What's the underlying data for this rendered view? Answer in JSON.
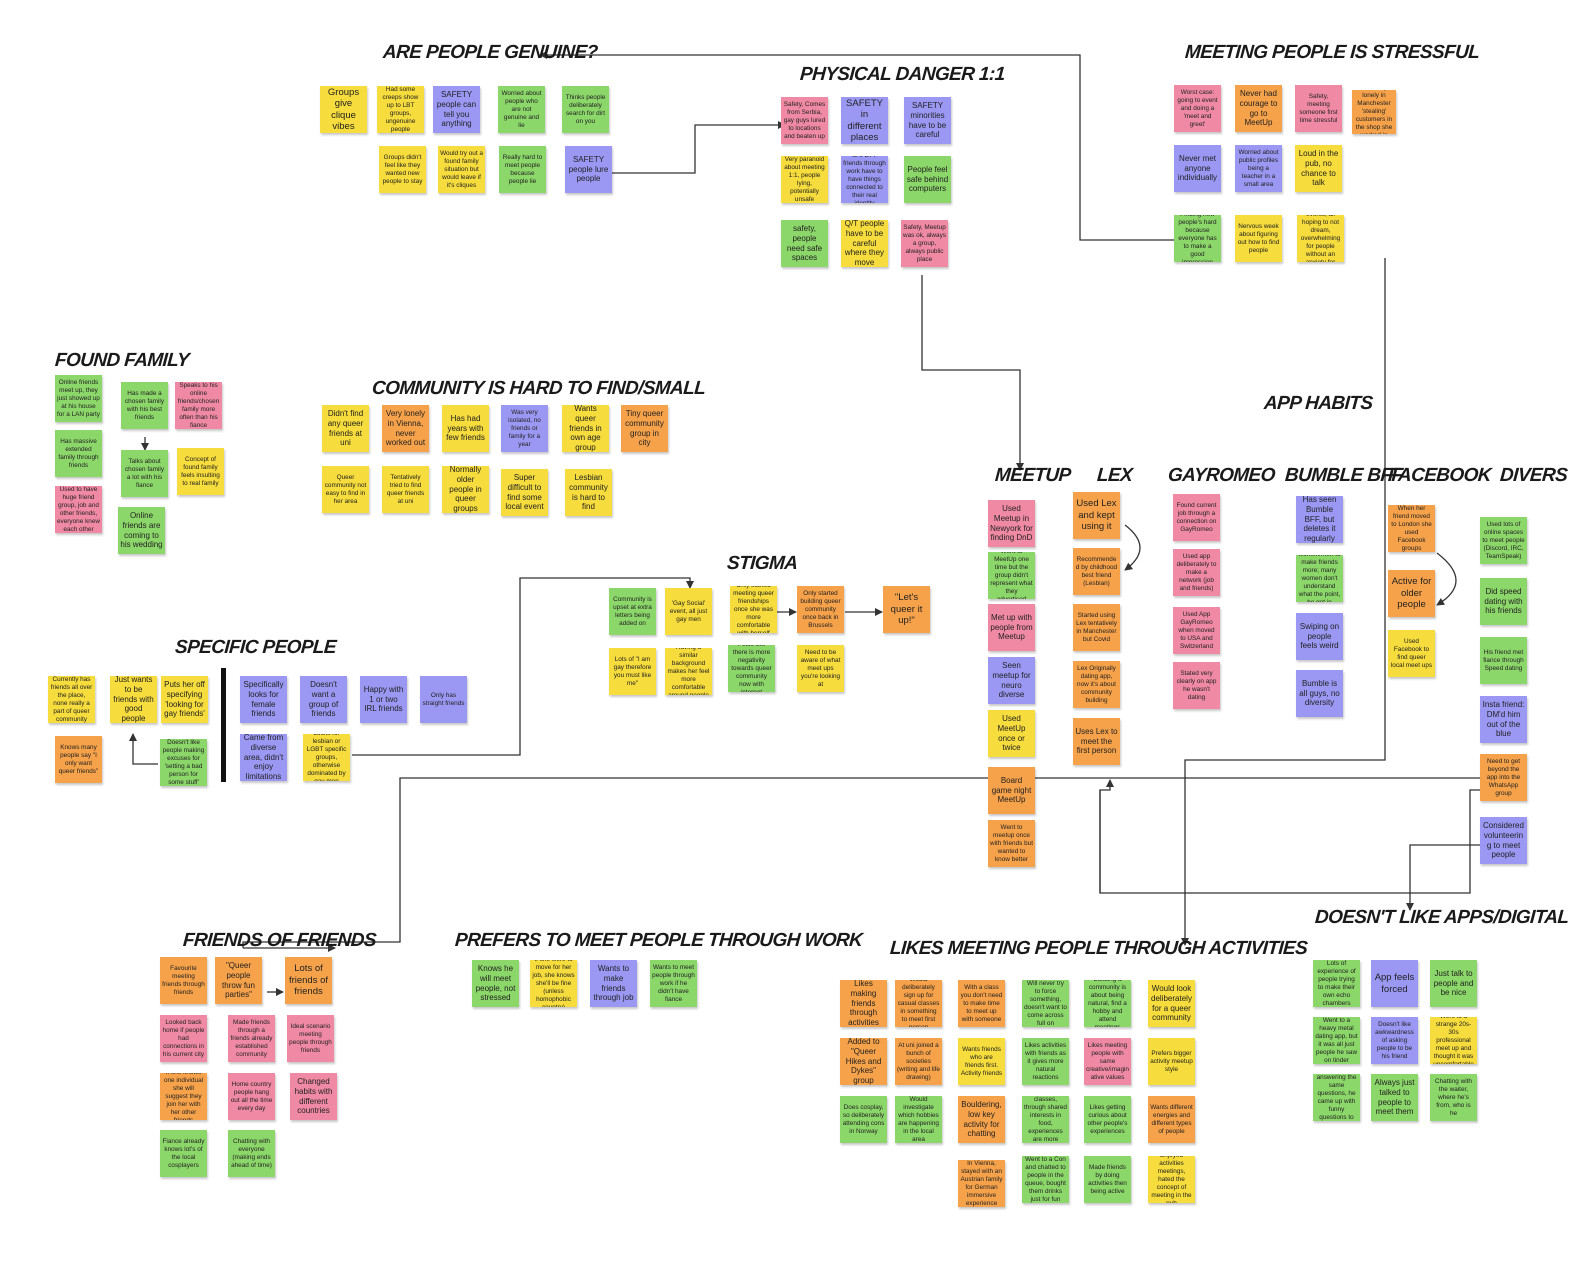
{
  "headings": {
    "genuine": "ARE PEOPLE GENUINE?",
    "danger": "PHYSICAL DANGER 1:1",
    "stressful": "MEETING PEOPLE IS STRESSFUL",
    "found_family": "FOUND FAMILY",
    "community": "COMMUNITY IS HARD TO FIND/SMALL",
    "app_habits": "APP HABITS",
    "stigma": "STIGMA",
    "specific": "SPECIFIC PEOPLE",
    "meetup": "MEETUP",
    "lex": "LEX",
    "gayromeo": "GAYROMEO",
    "bumble": "BUMBLE BFF",
    "facebook": "FACEBOOK",
    "divers": "DIVERS",
    "friends": "FRIENDS OF FRIENDS",
    "work": "PREFERS TO MEET PEOPLE THROUGH WORK",
    "activities": "LIKES MEETING PEOPLE THROUGH ACTIVITIES",
    "no_apps": "DOESN'T LIKE APPS/DIGITAL"
  },
  "colors": {
    "yellow": "#f6dc3c",
    "green": "#8cd76a",
    "blue": "#9a98f3",
    "pink": "#f08aa4",
    "orange": "#f6a24a",
    "connector": "#333333"
  },
  "notes": {
    "genuine": [
      "Groups give clique vibes",
      "Had some creeps show up to LBT groups, ungenuine people",
      "SAFETY people can tell you anything",
      "Worried about people who are not genuine and lie",
      "Thinks people deliberately search for dirt on you",
      "Groups didn't feel like they wanted new people to stay",
      "Would try out a found family situation but would leave if it's cliques",
      "Really hard to meet people because people lie",
      "SAFETY people lure people"
    ],
    "danger": [
      "Safety, Comes from Serbia, gay guys lured to locations and beaten up",
      "SAFETY in different places",
      "SAFETY minorities have to be careful",
      "Very paranoid about meeting 1:1, people lying, potentially unsafe",
      "SAFETY friends through work have to have things connected to their real identity",
      "People feel safe behind computers",
      "safety, people need safe spaces",
      "Q/T people have to be careful where they move",
      "Safety, Meetup was ok, always a group, always public place"
    ],
    "stressful": [
      "Worst case: going to event and doing a 'meet and greet'",
      "Never had courage to go to MeetUp",
      "Safety, meeting someone first time stressful",
      "Was very lonely in Manchester 'stealing' customers in the shop she worked in",
      "Never met anyone individually",
      "Worried about public profiles being a teacher in a small area",
      "Loud in the pub, no chance to talk",
      "Finding new people's hard because everyone has to make a good impression",
      "Nervous week about figuring out how to find people",
      "Public, outdoor events, all hoping to not dream, overwhelming for people without an anxiety for distractions"
    ],
    "found_family": [
      "Online friends meet up, they just showed up at his house for a LAN party",
      "Has made a chosen family with his best friends",
      "Speaks to his online friends/chosen family more often than his fiance",
      "Has massive extended family through friends",
      "Talks about chosen family a lot with his fiance",
      "Concept of found family feels insulting to real family",
      "Used to have huge friend group, job and other friends, everyone knew each other",
      "Online friends are coming to his wedding"
    ],
    "community": [
      "Didn't find any queer friends at uni",
      "Very lonely in Vienna, never worked out",
      "Has had years with few friends",
      "Was very isolated, no friends or family for a year",
      "Wants queer friends in own age group",
      "Tiny queer community group in city",
      "Queer community not easy to find in her area",
      "Tentatively tried to find queer friends at uni",
      "Normally older people in queer groups",
      "Super difficult to find some local event",
      "Lesbian community is hard to find"
    ],
    "stigma": [
      "Community is upset at extra letters being added on",
      "'Gay Social' event, all just gay men",
      "Only started meeting queer friendships once she was more comfortable with herself",
      "Only started building queer community once back in Brussels",
      "\"Let's queer it up!\"",
      "Lots of \"I am gay therefore you must like me\"",
      "Having a similar background makes her feel more comfortable around people",
      "Feels like there is more negativity towards queer community now with internet",
      "Need to be aware of what meet ups you're looking at"
    ],
    "specific": [
      "Currently has friends all over the place, none really a part of queer community",
      "Just wants to be friends with good people",
      "Puts her off specifying 'looking for gay friends'",
      "Knows many people say \"I only want queer friends\"",
      "Doesn't like people making excuses for 'setting a bad person for some stuff'",
      "Specifically looks for female friends",
      "Doesn't want a group of friends",
      "Happy with 1 or two IRL friends",
      "Only has straight friends",
      "Came from diverse area, didn't enjoy limitations",
      "Looks for lesbian or LGBT specific groups, otherwise dominated by gay men"
    ],
    "meetup": [
      "Used Meetup in Newyork for finding DnD",
      "Went to MeetUp one time but the group didn't represent what they advertised",
      "Met up with people from Meetup",
      "Seen meetup for neuro diverse",
      "Used MeetUp once or twice",
      "Board game night MeetUp",
      "Went to meetup once with friends but wanted to know better"
    ],
    "lex": [
      "Used Lex and kept using it",
      "Recommended by childhood best friend (Lesbian)",
      "Started using Lex tentatively in Manchester but Covid",
      "Lex Originally dating app, now it's about community building",
      "Uses Lex to meet the first person"
    ],
    "gayromeo": [
      "Found current job through a connection on GayRomeo",
      "Used app deliberately to make a network (job and friends)",
      "Used App GayRomeo when moved to USA and Switzerland",
      "Stated very clearly on app he wasn't dating"
    ],
    "bumble": [
      "Has seen Bumble BFF, but deletes it regularly",
      "Bumble seems like women/men to make friends more; many women don't understand what the point, he got in trouble for it on Tinder",
      "Swiping on people feels weird",
      "Bumble is all guys, no diversity"
    ],
    "facebook": [
      "When her friend moved to London she used Facebook groups",
      "Active for older people",
      "Used Facebook to find queer local meet ups"
    ],
    "divers": [
      "Used lots of online spaces to meet people (Discord, IRC, TeamSpeak)",
      "Did speed dating with his friends",
      "His friend met fiance through Speed dating",
      "Insta friend: DM'd him out of the blue",
      "Need to get beyond the app into the WhatsApp group",
      "Considered volunteering to meet people"
    ],
    "friends": [
      "Favourite meeting friends through friends",
      "\"Queer people throw fun parties\"",
      "Lots of friends of friends",
      "Looked back home if people had connections in his current city",
      "Made friends through a friends already established community",
      "Ideal scenario meeting people through friends",
      "If she knows one individual she will suggest they join her with her other friends",
      "Home country people hang out all the time every day",
      "Changed habits with different countries",
      "Fiance already knows lot's of the local cosplayers",
      "Chatting with everyone (making ends ahead of time)"
    ],
    "work": [
      "Knows he will meet people, not stressed",
      "If she were to move for her job, she knows she'll be fine (unless homophobic country)",
      "Wants to make friends through job",
      "Wants to meet people through work if he didn't have fiance"
    ],
    "activities": [
      "Likes making friends through activities",
      "Would deliberately sign up for casual classes in something to meet first person",
      "With a class you don't need to make time to meet up with someone",
      "Will never try to force something, doesn't want to come across full on",
      "Building a community is about being natural, find a hobby and attend meetings",
      "Would look deliberately for a queer community",
      "Added to \"Queer Hikes and Dykes\" group",
      "At uni joined a bunch of societies (writing and life drawing)",
      "Wants friends who are friends first. Activity friends",
      "Likes activities with friends as it gives more natural reactions",
      "Likes meeting people with same creative/imaginative values",
      "Prefers bigger activity meetup style",
      "Does cosplay, so deliberately attending cons in Norway",
      "Would investigate which hobbies are happening in the local area",
      "Bouldering, low key activity for chatting",
      "Meeting people at cooking classes, through shared interests in food, experiences are more important than to just date people",
      "Likes getting curious about other people's experiences",
      "Wants different energies and different types of people",
      "In Vienna, stayed with an Austrian family for German immersive experience",
      "Went to a Con and chatted to people in the queue, bought them drinks just for fun",
      "Made friends by doing activities then being active",
      "Enjoyed activities meetings, hated the concept of meeting in the pub"
    ],
    "no_apps": [
      "Lots of experience of people trying to make their own echo chambers",
      "App feels forced",
      "Just talk to people and be nice",
      "Went to a heavy metal dating app, but it was all just people he saw on tinder",
      "Doesn't like awkwardness of asking people to be his friend",
      "Went to a strange 20s-30s professional meet up and thought it was uncomfortable",
      "People were getting bored answering the same questions, he came up with funny questions to ask to people 'get-a-drink'",
      "Always just talked to people to meet them",
      "Chatting with the waiter, where he's from, who is he"
    ]
  }
}
